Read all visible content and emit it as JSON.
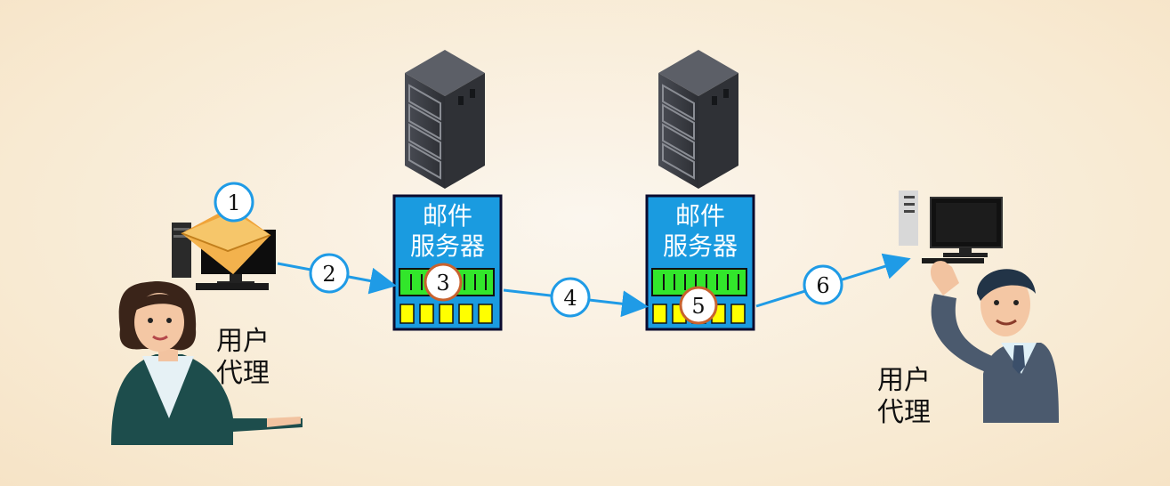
{
  "left_agent": {
    "label_line1": "用户",
    "label_line2": "代理"
  },
  "right_agent": {
    "label_line1": "用户",
    "label_line2": "代理"
  },
  "server1": {
    "line1": "邮件",
    "line2": "服务器"
  },
  "server2": {
    "line1": "邮件",
    "line2": "服务器"
  },
  "steps": [
    "1",
    "2",
    "3",
    "4",
    "5",
    "6"
  ],
  "colors": {
    "arrow": "#1f9be6",
    "server_box": "#1a9be0",
    "queue_green": "#32e62b",
    "queue_yellow": "#ffff00",
    "step3_circle": "#c8622e",
    "step5_circle": "#c8622e"
  }
}
